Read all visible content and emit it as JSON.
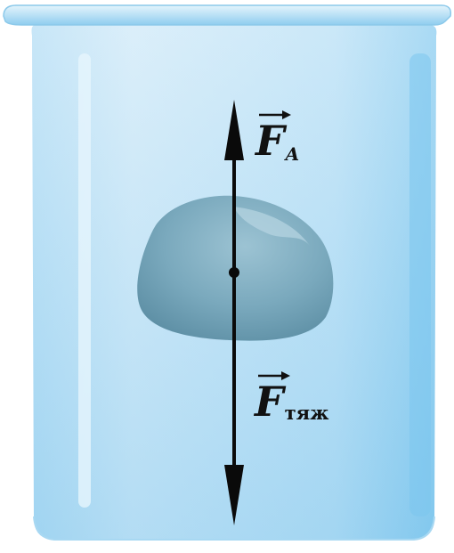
{
  "labels": {
    "buoyant_force": {
      "symbol": "F",
      "subscript": "A"
    },
    "gravity_force": {
      "symbol": "F",
      "subscript": "тяж"
    }
  },
  "colors": {
    "water_top": "#cfe9f8",
    "water_bottom": "#8fd0f2",
    "rim": "#7cc3eb",
    "stone": "#6d9fb4",
    "stone_highlight": "#9fc6d6",
    "arrow": "#0a0a0a"
  }
}
